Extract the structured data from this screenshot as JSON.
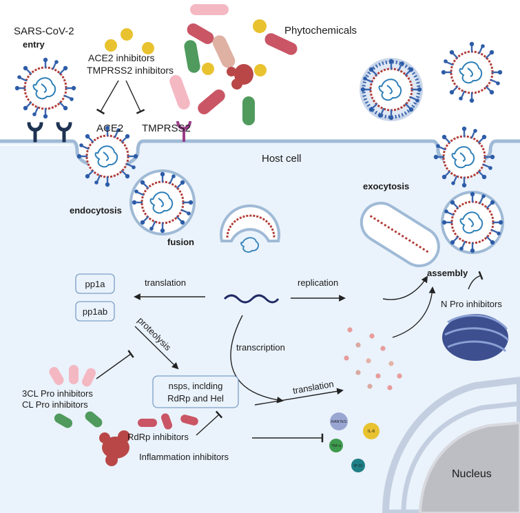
{
  "title_main": "SARS-CoV-2",
  "title_sub": "entry",
  "phytochemicals": "Phytochemicals",
  "ace2_inhibitors": "ACE2  inhibitors",
  "tmprss2_inhibitors": "TMPRSS2  inhibitors",
  "receptor_ace2": "ACE2",
  "receptor_tmprss2": "TMPRSS2",
  "host_cell": "Host cell",
  "endocytosis": "endocytosis",
  "fusion": "fusion",
  "exocytosis": "exocytosis",
  "assembly": "assembly",
  "translation_left": "translation",
  "replication": "replication",
  "transcription": "transcription",
  "translation_right": "translation",
  "proteolysis": "proteolysis",
  "pp1a": "pp1a",
  "pp1ab": "pp1ab",
  "nsps_line1": "nsps, inclding",
  "nsps_line2": "RdRp and Hel",
  "cl_pro_line1": "3CL Pro inhibitors",
  "cl_pro_line2": "CL Pro inhibitors",
  "rdrp_inhibitors": "RdRp inhibitors",
  "inflammation_inhibitors": "Inflammation inhibitors",
  "n_pro_inhibitors": "N Pro inhibitors",
  "nucleus": "Nucleus",
  "cytokines": {
    "rantes": "RANTES",
    "il6": "IL-6",
    "tnfa": "TNF-α",
    "ip10": "IP-10"
  },
  "colors": {
    "cell": "#eaf2fb",
    "membrane": "#9fbad6",
    "virion_red": "#c2453d",
    "virion_blue": "#2e5fa8",
    "pink": "#f4b8c3",
    "red": "#c95565",
    "green": "#4f9a5c",
    "yellow": "#e9c230",
    "tan": "#dfb1a3"
  }
}
